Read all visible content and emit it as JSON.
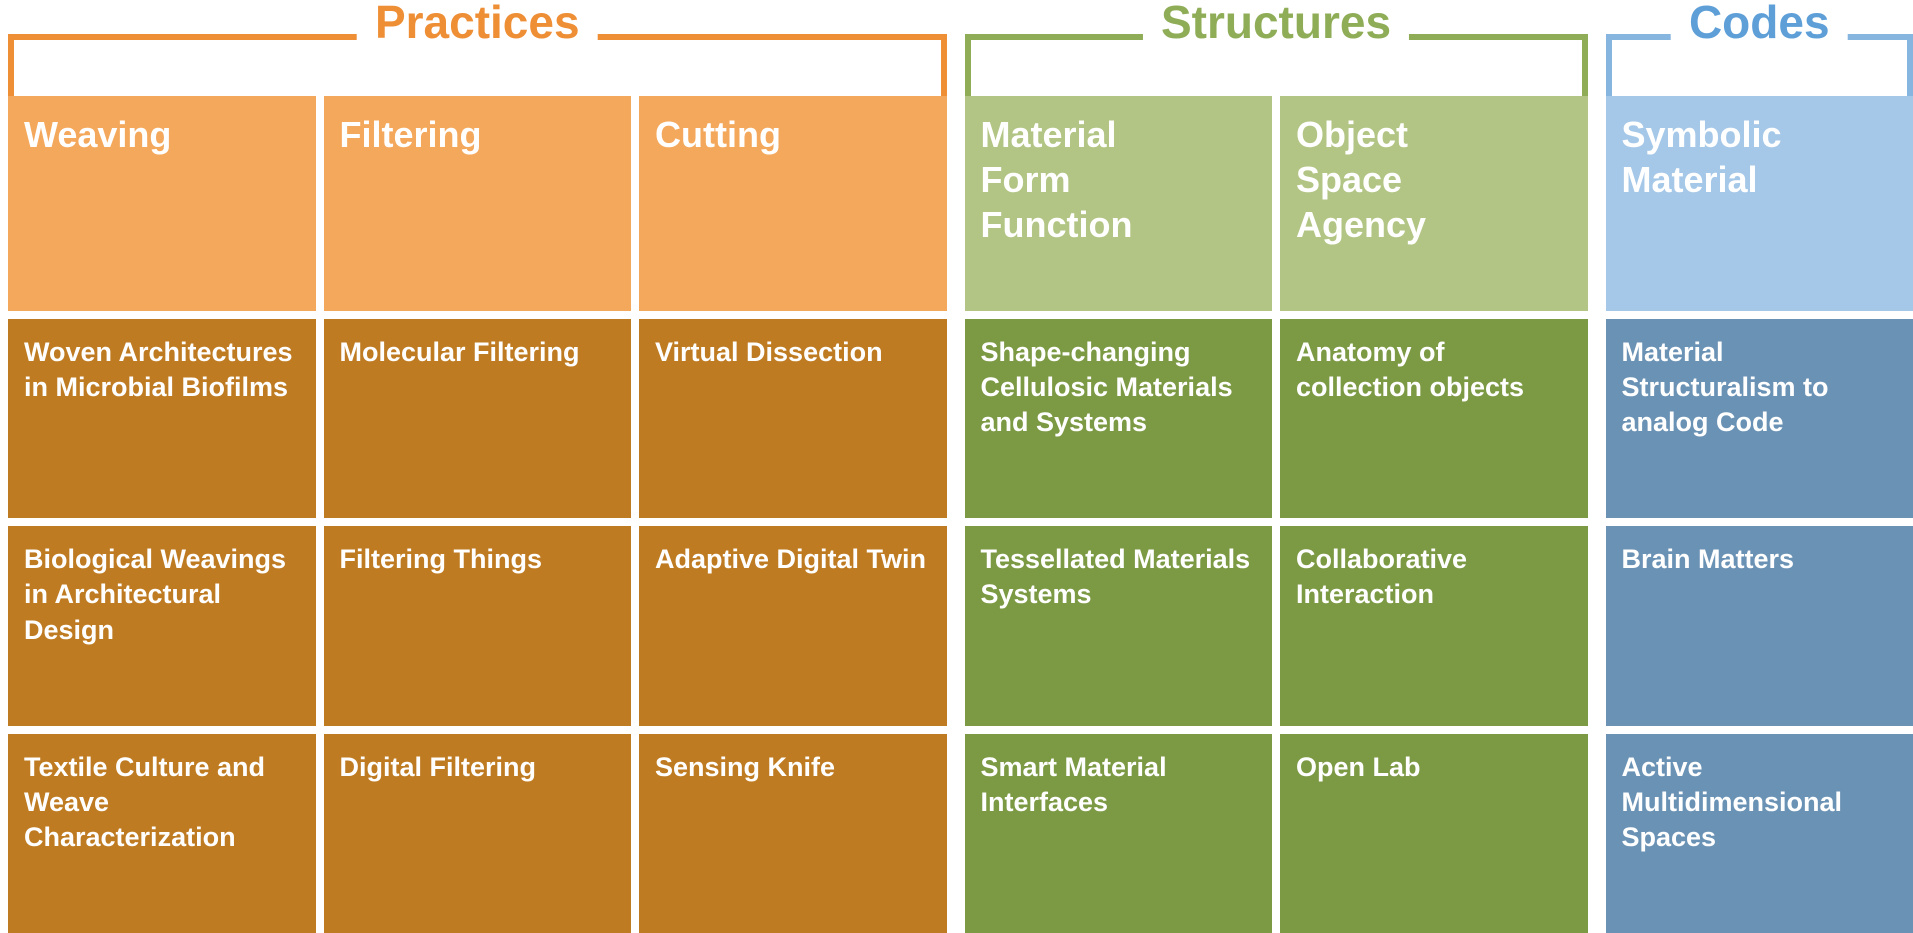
{
  "colors": {
    "practices": {
      "accent": "#EE8E35",
      "header_bg": "#F4A85C",
      "cell_bg": "#BF7B21"
    },
    "structures": {
      "accent": "#8FAD57",
      "header_bg": "#B2C584",
      "cell_bg": "#7C9944"
    },
    "codes": {
      "accent": "#5E9FD8",
      "bracket": "#86B5E0",
      "header_bg": "#A6C8E8",
      "cell_bg": "#6A92B5"
    }
  },
  "groups": [
    {
      "title": "Practices",
      "columns": [
        {
          "header": "Weaving",
          "cells": [
            "Woven Architectures in Microbial Biofilms",
            "Biological Weavings in Architectural Design",
            "Textile Culture and Weave Characterization"
          ]
        },
        {
          "header": "Filtering",
          "cells": [
            "Molecular Filtering",
            "Filtering Things",
            "Digital Filtering"
          ]
        },
        {
          "header": "Cutting",
          "cells": [
            "Virtual Dissection",
            "Adaptive Digital Twin",
            "Sensing Knife"
          ]
        }
      ]
    },
    {
      "title": "Structures",
      "columns": [
        {
          "header": "Material\nForm\nFunction",
          "cells": [
            "Shape-changing Cellulosic Materials and Systems",
            "Tessellated Materials Systems",
            "Smart Material Interfaces"
          ]
        },
        {
          "header": "Object\nSpace\nAgency",
          "cells": [
            "Anatomy of collection objects",
            "Collaborative Interaction",
            "Open Lab"
          ]
        }
      ]
    },
    {
      "title": "Codes",
      "columns": [
        {
          "header": "Symbolic\nMaterial",
          "cells": [
            "Material Structuralism to analog Code",
            "Brain Matters",
            "Active Multidimensional Spaces"
          ]
        }
      ]
    }
  ]
}
